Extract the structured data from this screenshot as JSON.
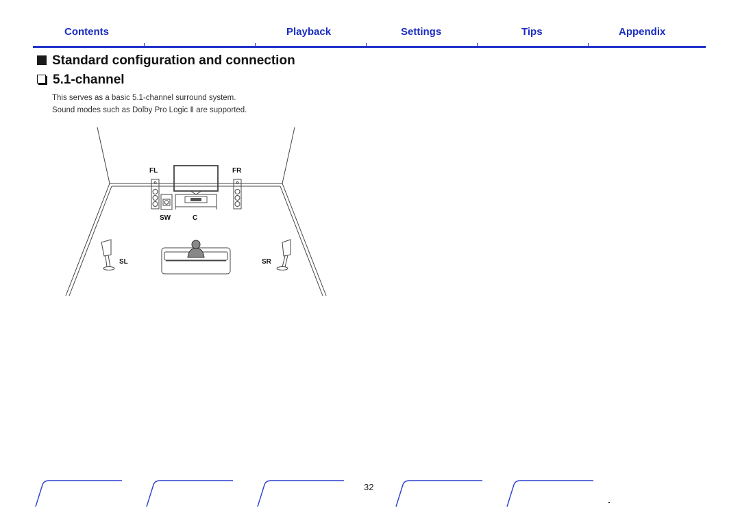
{
  "nav": {
    "tabs": [
      {
        "label": "Contents"
      },
      {
        "label": "Playback"
      },
      {
        "label": "Settings"
      },
      {
        "label": "Tips"
      },
      {
        "label": "Appendix"
      }
    ]
  },
  "section": {
    "title": "Standard configuration and connection",
    "subtitle": "5.1-channel"
  },
  "description": {
    "line1": "This serves as a basic 5.1-channel surround system.",
    "line2": "Sound modes such as Dolby Pro Logic Ⅱ are supported."
  },
  "diagram": {
    "labels": {
      "fl": "FL",
      "fr": "FR",
      "sw": "SW",
      "c": "C",
      "sl": "SL",
      "sr": "SR"
    }
  },
  "footer": {
    "page_number": "32"
  },
  "colors": {
    "accent": "#2233cc",
    "nav_text": "#1a2dbf",
    "footer_tab": "#2b3fd0"
  }
}
